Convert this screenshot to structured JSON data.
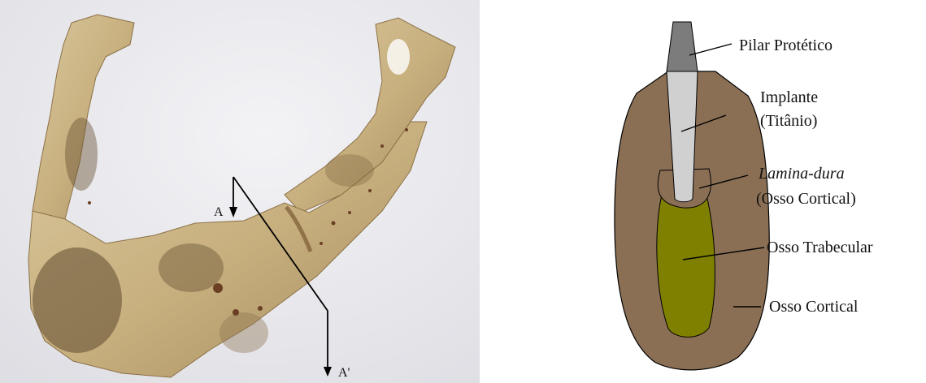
{
  "photo": {
    "section_start_label": "A",
    "section_end_label": "A'"
  },
  "diagram": {
    "labels": {
      "abutment": "Pilar Protético",
      "implant_line1": "Implante",
      "implant_line2": "(Titânio)",
      "lamina_line1": "Lamina-dura",
      "lamina_line2": "(Osso Cortical)",
      "trabecular": "Osso Trabecular",
      "cortical": "Osso Cortical"
    },
    "colors": {
      "cortical_bone": "#8a6f55",
      "trabecular_bone": "#808000",
      "implant": "#d0d0d0",
      "abutment": "#7c7c7c"
    }
  }
}
